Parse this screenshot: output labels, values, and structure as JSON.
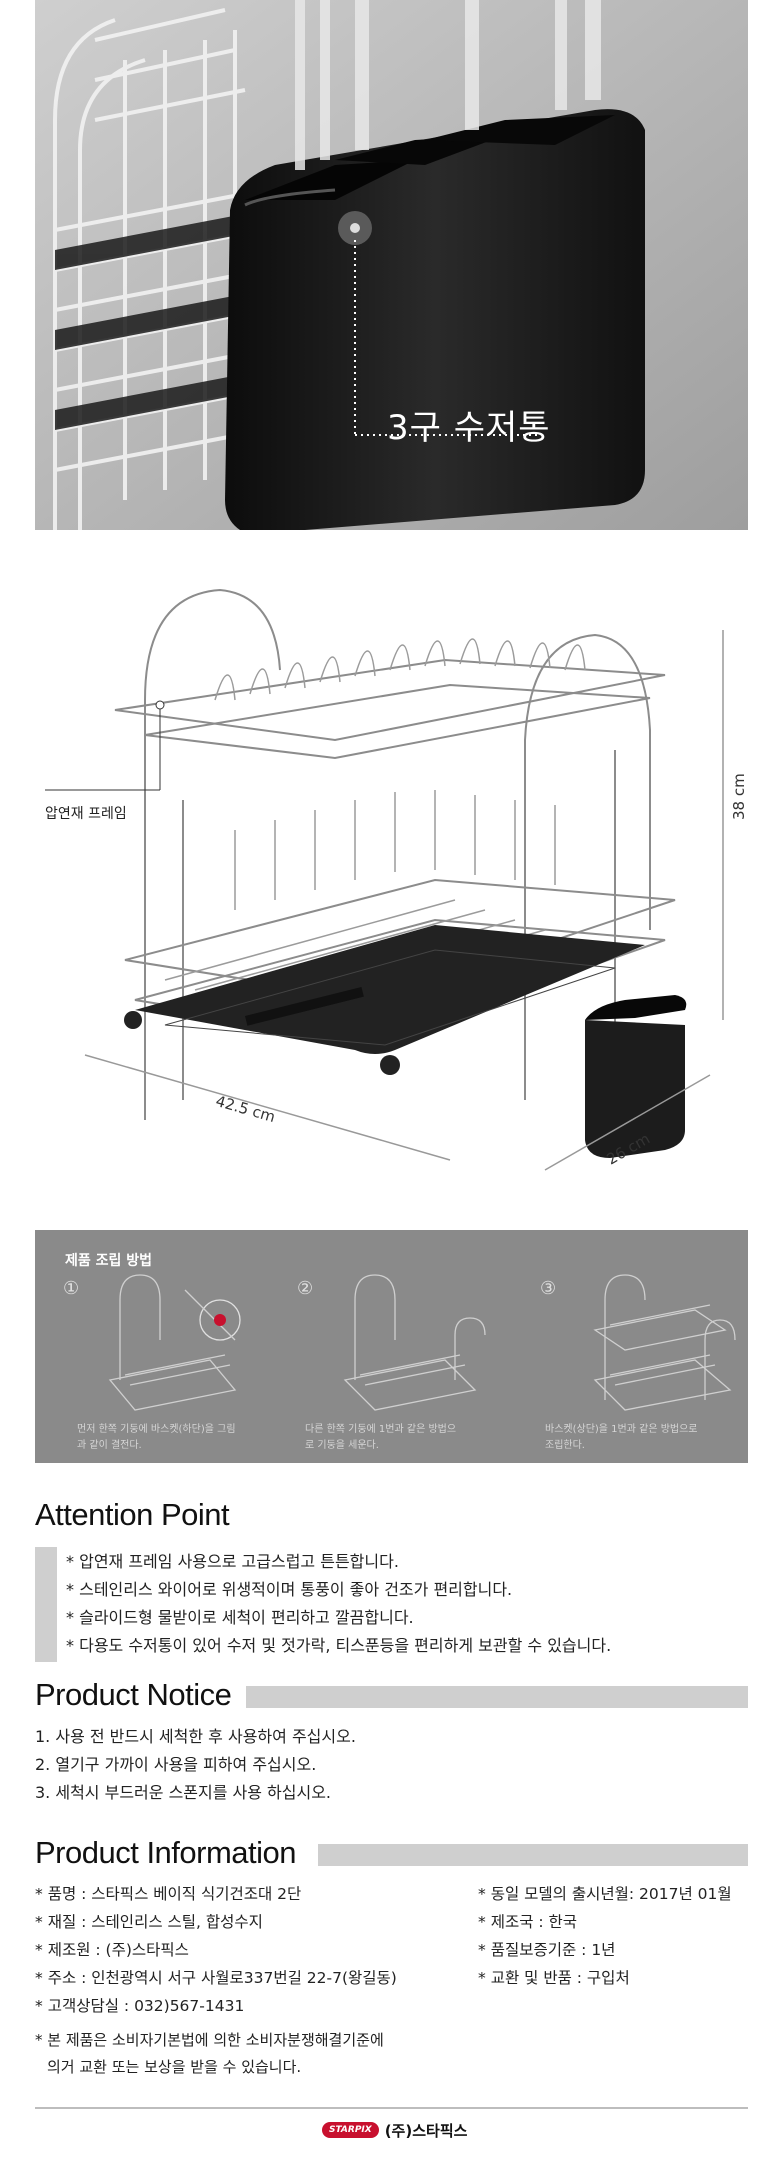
{
  "hero": {
    "label": "3구 수저통"
  },
  "diagram": {
    "frame_label": "압연재 프레임",
    "width": "42.5 cm",
    "depth": "26 cm",
    "height": "38 cm"
  },
  "assembly": {
    "title": "제품 조립 방법",
    "steps": [
      {
        "num": "①",
        "desc": "먼저 한쪽 기둥에 바스켓(하단)을 그림과 같이 결전다."
      },
      {
        "num": "②",
        "desc": "다른 한쪽 기둥에 1번과 같은 방법으로 기둥을 세운다."
      },
      {
        "num": "③",
        "desc": "바스켓(상단)을 1번과 같은 방법으로 조립한다."
      }
    ]
  },
  "attention": {
    "title": "Attention Point",
    "items": [
      "압연재 프레임 사용으로 고급스럽고 튼튼합니다.",
      "스테인리스 와이어로 위생적이며 통풍이 좋아 건조가 편리합니다.",
      "슬라이드형 물받이로 세척이 편리하고 깔끔합니다.",
      "다용도 수저통이 있어 수저 및 젓가락, 티스푼등을 편리하게 보관할 수 있습니다."
    ]
  },
  "notice": {
    "title": "Product Notice",
    "items": [
      "1. 사용 전 반드시 세척한 후 사용하여 주십시오.",
      "2. 열기구 가까이 사용을 피하여 주십시오.",
      "3. 세척시 부드러운 스폰지를 사용 하십시오."
    ]
  },
  "info": {
    "title": "Product Information",
    "left": [
      "품명 : 스타픽스 베이직 식기건조대 2단",
      "재질 : 스테인리스 스틸, 합성수지",
      "제조원 : (주)스타픽스",
      "주소 : 인천광역시 서구 사월로337번길 22-7(왕길동)",
      "고객상담실 : 032)567-1431"
    ],
    "right": [
      "동일 모델의 출시년월: 2017년 01월",
      "제조국 : 한국",
      "품질보증기준 : 1년",
      "교환 및 반품 : 구입처"
    ],
    "note_line1": "* 본 제품은 소비자기본법에 의한 소비자분쟁해결기준에",
    "note_line2": "의거 교환 또는 보상을 받을 수 있습니다."
  },
  "footer": {
    "logo_badge": "STARPIX",
    "logo_text": "(주)스타픽스"
  },
  "colors": {
    "hero_bg": "#b9b9b9",
    "assembly_bg": "#8a8a8a",
    "bar": "#cfcfcf",
    "logo_red": "#c8102e"
  }
}
